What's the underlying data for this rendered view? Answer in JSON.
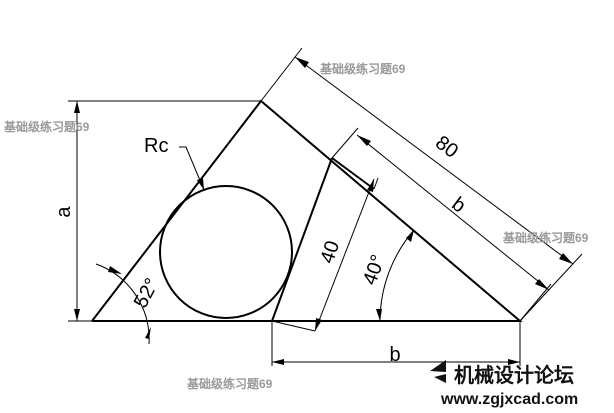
{
  "labels": {
    "rc": "Rc",
    "a": "a",
    "len80": "80",
    "len40": "40",
    "b_slant": "b",
    "b_bottom": "b",
    "angle52": "52°",
    "angle40": "40°"
  },
  "watermarks": {
    "top": "基础级练习题69",
    "left": "基础级练习题69",
    "right": "基础级练习题69",
    "bottom": "基础级练习题69"
  },
  "logo": {
    "name": "机械设计论坛",
    "url": "www.zgjxcad.com"
  }
}
